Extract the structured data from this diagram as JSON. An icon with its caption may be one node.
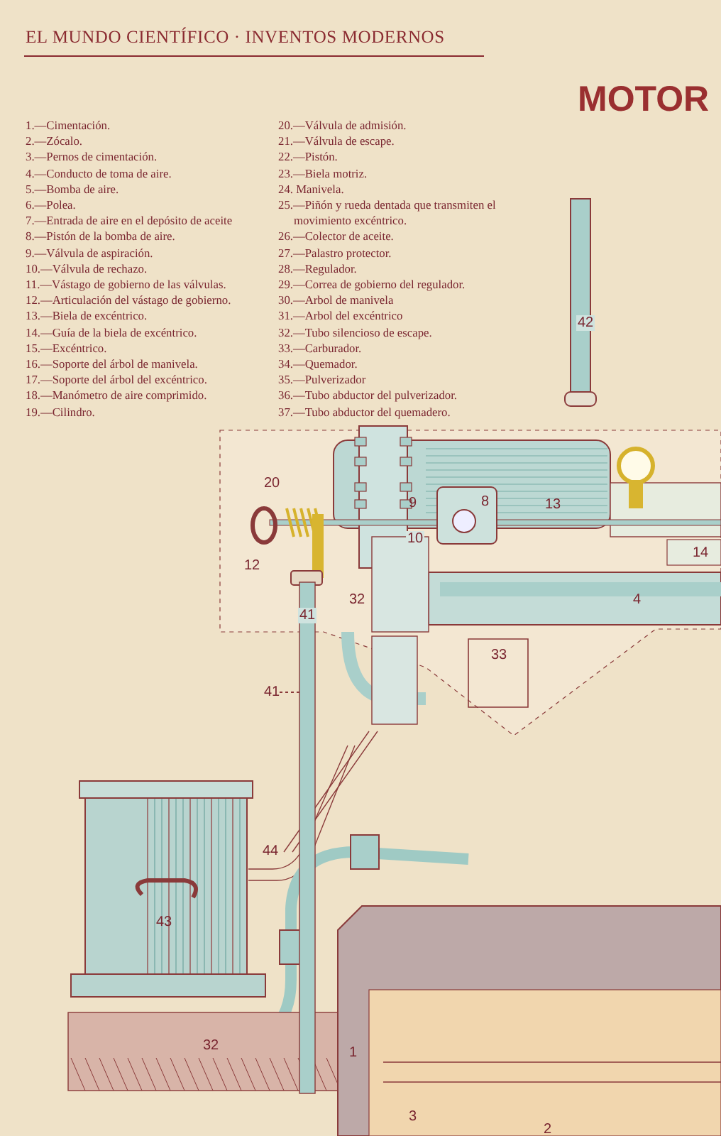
{
  "diagram": {
    "title": "MOTOR",
    "nodes": [
      {
        "text": [
          "41"
        ]
      },
      {
        "text": [],
        "shape": "bar"
      }
    ],
    "edges": [
      {
        "from": 0,
        "to": 1,
        "arrow": "none",
        "style": "dashed"
      }
    ],
    "labels": [
      "EL MUNDO CIENTÍFICO · INVENTOS MODERNOS",
      "1.—Cimentación.",
      "2.—Zócalo.",
      "3.—Pernos de cimentación.",
      "4.—Conducto de toma de aire.",
      "5.—Bomba de aire.",
      "6.—Polea.",
      "7.—Entrada de aire en el depósito de aceite",
      "8.—Pistón de la bomba de aire.",
      "9.—Válvula de aspiración.",
      "10.—Válvula de rechazo.",
      "11.—Vástago de gobierno de las válvulas.",
      "12.—Articulación del vástago de gobierno.",
      "13.—Biela de excéntrico.",
      "14.—Guía de la biela de excéntrico.",
      "15.—Excéntrico.",
      "16.—Soporte del árbol de manivela.",
      "17.—Soporte del árbol del excéntrico.",
      "18.—Manómetro de aire comprimido.",
      "19.—Cilindro.",
      "20.—Válvula de admisión.",
      "21.—Válvula de escape.",
      "22.—Pistón.",
      "23.—Biela motriz.",
      "24. Manivela.",
      "25.—Piñón y rueda dentada que transmiten el movimiento excéntrico.",
      "26.—Colector de aceite.",
      "27.—Palastro protector.",
      "28.—Regulador.",
      "29.—Correa de gobierno del regulador.",
      "30.—Arbol de manivela",
      "31.—Arbol del excéntrico",
      "32.—Tubo silencioso de escape.",
      "33.—Carburador.",
      "34.—Quemador.",
      "35.—Pulverizador",
      "36.—Tubo abductor del pulverizador.",
      "37.—Tubo abductor del quemadero.",
      "42",
      "20",
      "9",
      "8",
      "13",
      "12",
      "10",
      "14",
      "32",
      "41",
      "4",
      "33",
      "44",
      "43",
      "32",
      "1",
      "3",
      "2"
    ]
  }
}
